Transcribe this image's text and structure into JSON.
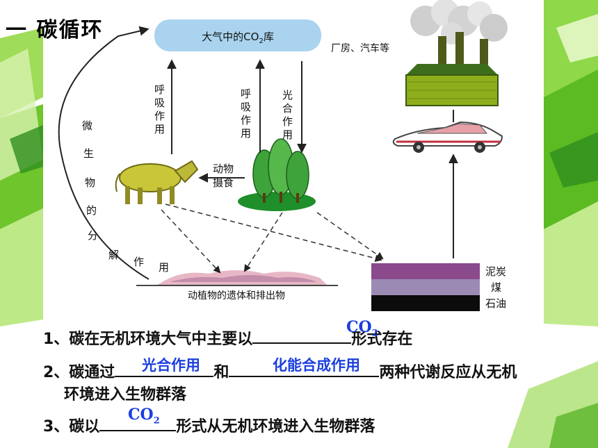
{
  "title": "一 碳循环",
  "diagram": {
    "atmosphere_pre": "大气中的",
    "atmosphere_co": "CO",
    "atmosphere_sub": "2",
    "atmosphere_post": "库",
    "factory_label": "厂房、汽车等",
    "respiration_left": [
      "呼",
      "吸",
      "作",
      "用"
    ],
    "respiration_mid": [
      "呼",
      "吸",
      "作",
      "用"
    ],
    "photosynthesis": [
      "光",
      "合",
      "作",
      "用"
    ],
    "animal_feeding": [
      "动物",
      "摄食"
    ],
    "microbe_decomposition": [
      "微",
      "生",
      "物",
      "的",
      "分",
      "解",
      "作",
      "用"
    ],
    "remains_label": "动植物的遗体和排出物",
    "fossil_layers": [
      {
        "label": "泥炭",
        "color": "#8a4a8c"
      },
      {
        "label": "煤",
        "color": "#9b8bb4"
      },
      {
        "label": "石油",
        "color": "#0c0c0c"
      }
    ]
  },
  "questions": {
    "q1_text": "1、碳在无机环境大气中主要以",
    "q1_end": "形式存在",
    "q1_answer_main": "CO",
    "q1_answer_sub": "2",
    "q2_text": "2、碳通过",
    "q2_mid": "和",
    "q2_end": "两种代谢反应从无机",
    "q2_line2": "环境进入生物群落",
    "q2_answer1": "光合作用",
    "q2_answer2": "化能合成作用",
    "q3_text": "3、碳以",
    "q3_end": "形式从无机环境进入生物群落",
    "q3_answer_main": "CO",
    "q3_answer_sub": "2"
  },
  "colors": {
    "answer": "#1a3ee0",
    "deco_green": "#7ccf2c",
    "deco_dark": "#2f8f1e",
    "cloud": "#a9d3ee"
  }
}
